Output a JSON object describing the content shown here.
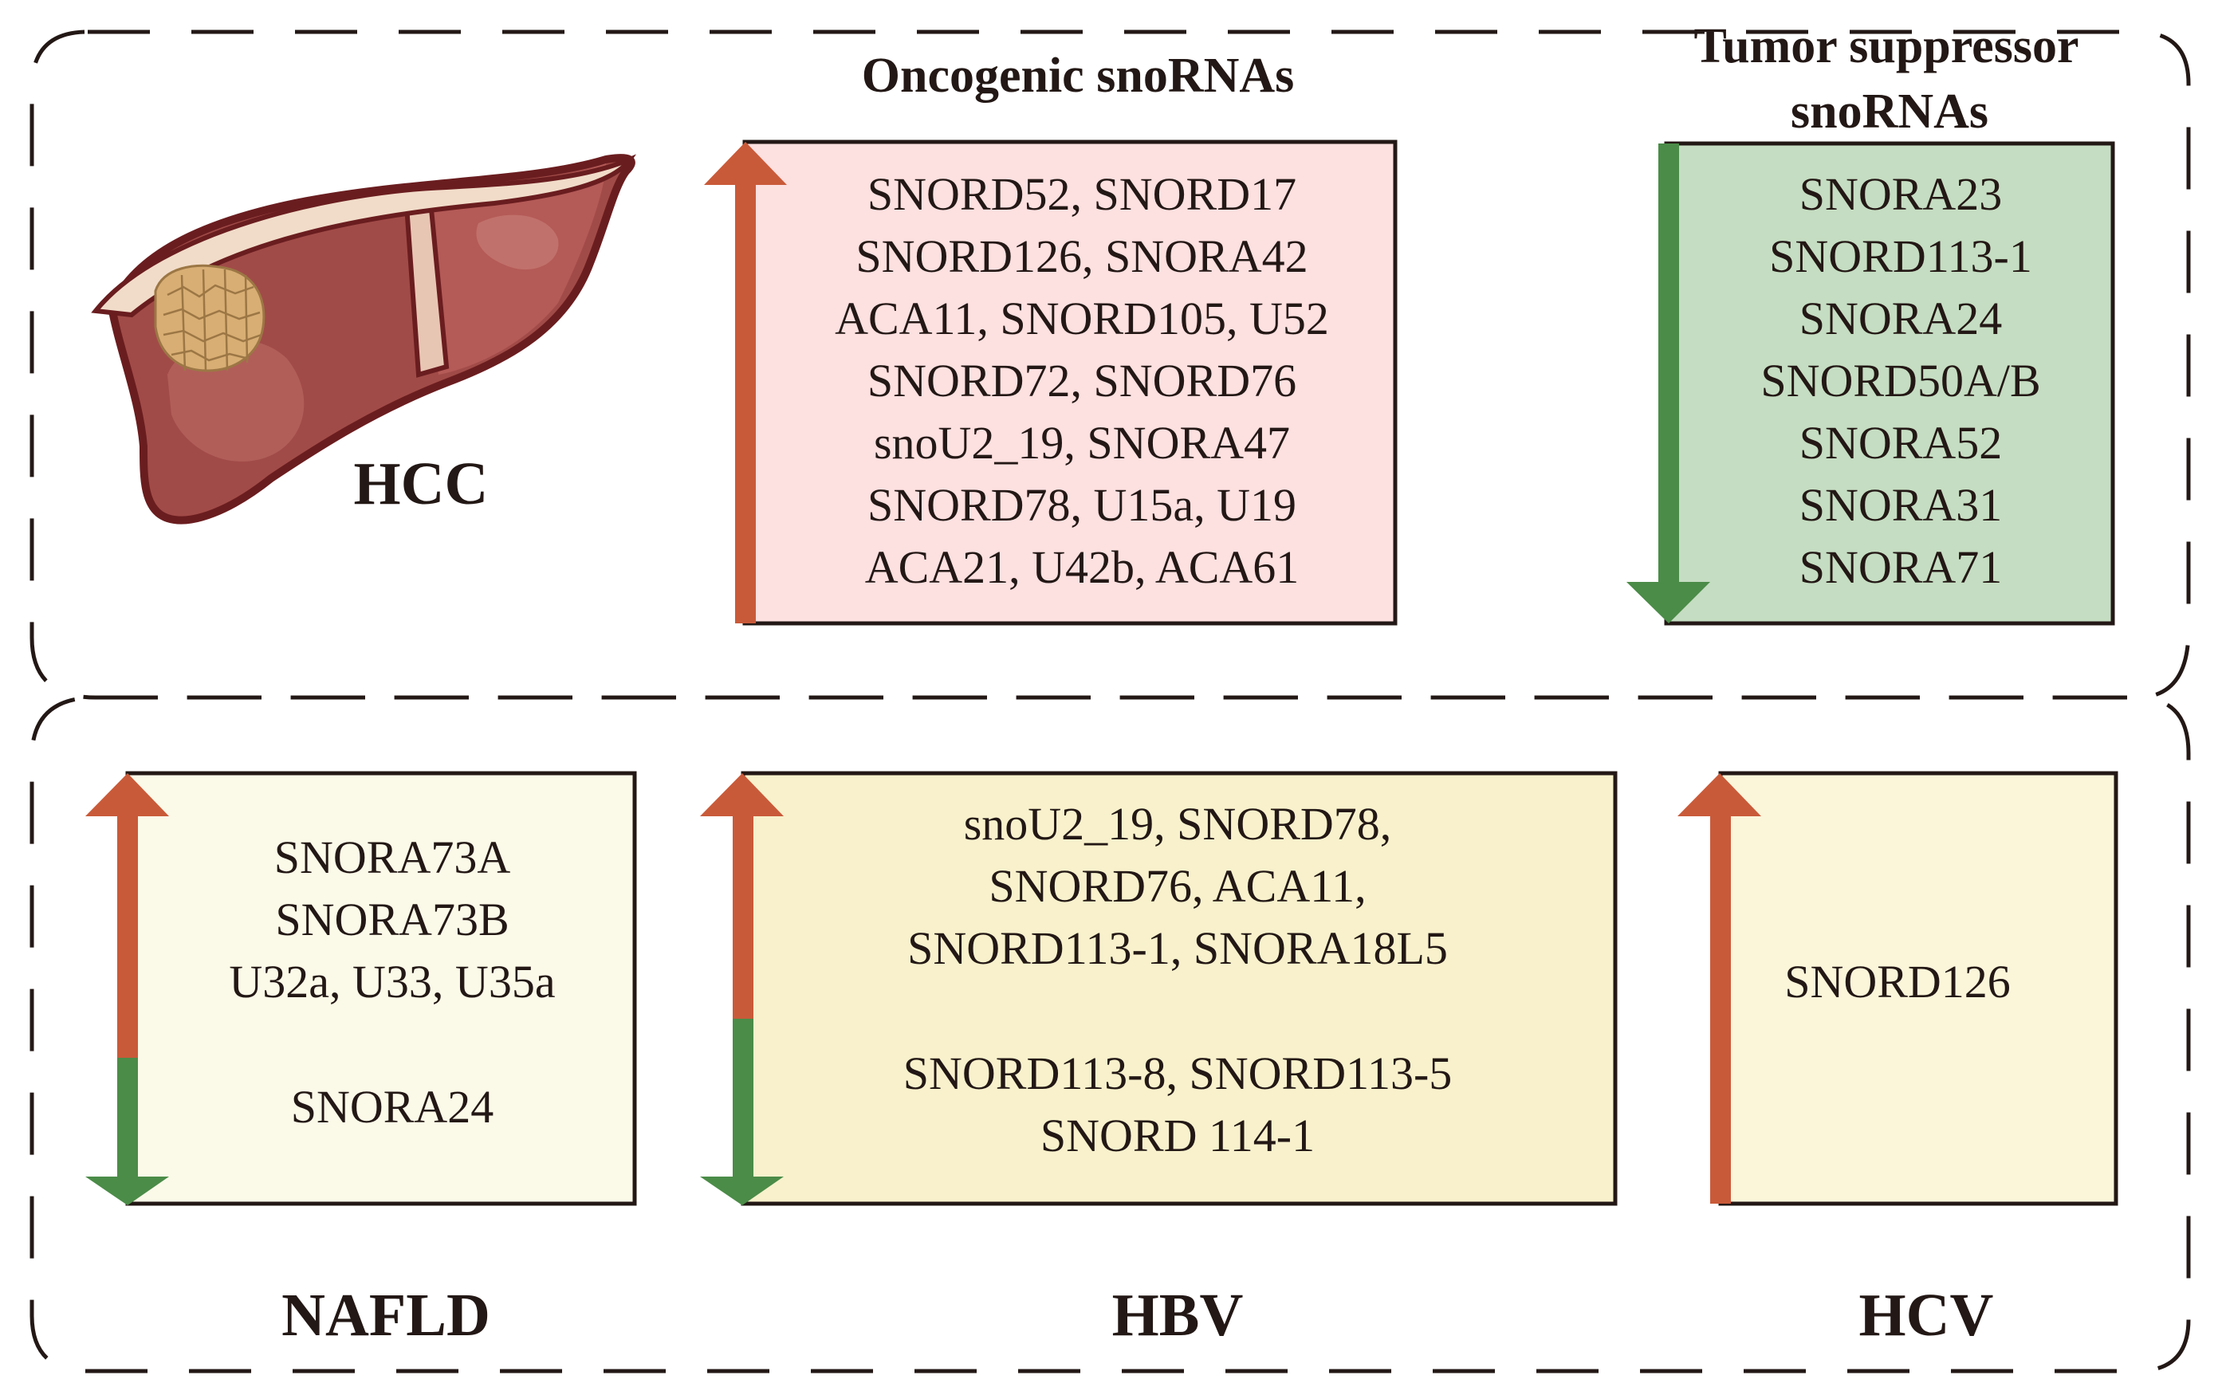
{
  "colors": {
    "up_arrow": "#c95a39",
    "down_arrow": "#4b8c48",
    "oncogenic_fill": "#fde0e0",
    "suppressor_fill": "#c5ddc2",
    "nafld_fill": "#fbf9e8",
    "hbv_fill": "#f8f1cc",
    "hcv_fill": "#fbf5da",
    "border": "#231815"
  },
  "icons": {
    "liver": "liver-with-tumor-icon"
  },
  "hcc_panel": {
    "label": "HCC",
    "oncogenic": {
      "title": "Oncogenic snoRNAs",
      "lines": [
        "SNORD52, SNORD17",
        "SNORD126, SNORA42",
        "ACA11, SNORD105, U52",
        "SNORD72, SNORD76",
        "snoU2_19, SNORA47",
        "SNORD78, U15a, U19",
        "ACA21, U42b, ACA61"
      ]
    },
    "suppressor": {
      "title_line1": "Tumor suppressor",
      "title_line2": "snoRNAs",
      "lines": [
        "SNORA23",
        "SNORD113-1",
        "SNORA24",
        "SNORD50A/B",
        "SNORA52",
        "SNORA31",
        "SNORA71"
      ]
    }
  },
  "disease_panel": {
    "nafld": {
      "label": "NAFLD",
      "up_lines": [
        "SNORA73A",
        "SNORA73B",
        "U32a, U33, U35a"
      ],
      "down_lines": [
        "SNORA24"
      ]
    },
    "hbv": {
      "label": "HBV",
      "up_lines": [
        "snoU2_19, SNORD78,",
        "SNORD76, ACA11,",
        "SNORD113-1, SNORA18L5"
      ],
      "down_lines": [
        "SNORD113-8, SNORD113-5",
        "SNORD 114-1"
      ]
    },
    "hcv": {
      "label": "HCV",
      "up_lines": [
        "SNORD126"
      ]
    }
  }
}
